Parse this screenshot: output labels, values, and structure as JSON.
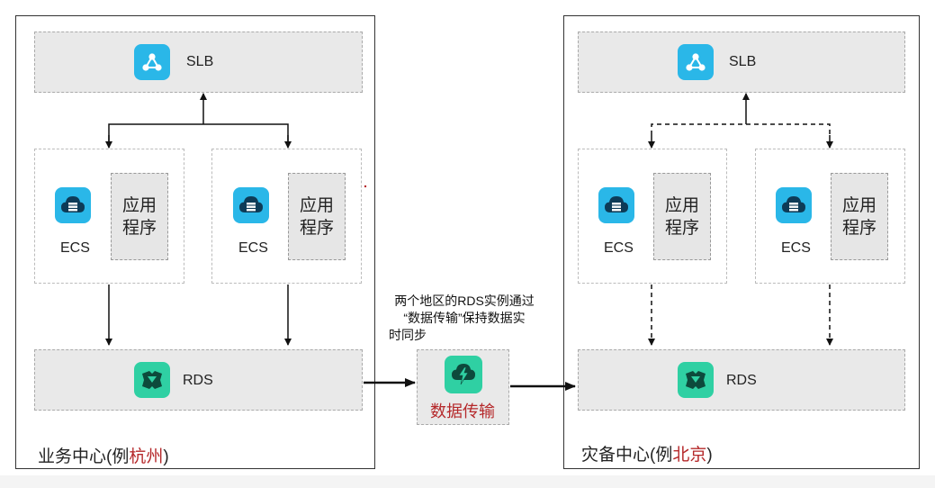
{
  "regions": {
    "left": {
      "title_prefix": "业务中心(例",
      "title_city": "杭州",
      "title_suffix": ")",
      "slb": {
        "label": "SLB",
        "icon": "slb-network-icon"
      },
      "ecs": [
        {
          "label": "ECS",
          "icon": "ecs-cloud-server-icon",
          "app": "应用程序"
        },
        {
          "label": "ECS",
          "icon": "ecs-cloud-server-icon",
          "app": "应用程序"
        }
      ],
      "rds": {
        "label": "RDS",
        "icon": "rds-database-icon"
      }
    },
    "right": {
      "title_prefix": "灾备中心(例",
      "title_city": "北京",
      "title_suffix": ")",
      "slb": {
        "label": "SLB",
        "icon": "slb-network-icon"
      },
      "ecs": [
        {
          "label": "ECS",
          "icon": "ecs-cloud-server-icon",
          "app": "应用程序"
        },
        {
          "label": "ECS",
          "icon": "ecs-cloud-server-icon",
          "app": "应用程序"
        }
      ],
      "rds": {
        "label": "RDS",
        "icon": "rds-database-icon"
      }
    }
  },
  "transfer": {
    "label": "数据传输",
    "icon": "data-transmission-icon",
    "note_line1": "两个地区的RDS实例通过",
    "note_line2": "“数据传输”保持数据实",
    "note_line3": "时同步"
  },
  "colors": {
    "icon_blue": "#2ab7e8",
    "icon_green": "#2fd0a3",
    "city_red": "#b5282a",
    "box_gray": "#e9e9e9"
  }
}
